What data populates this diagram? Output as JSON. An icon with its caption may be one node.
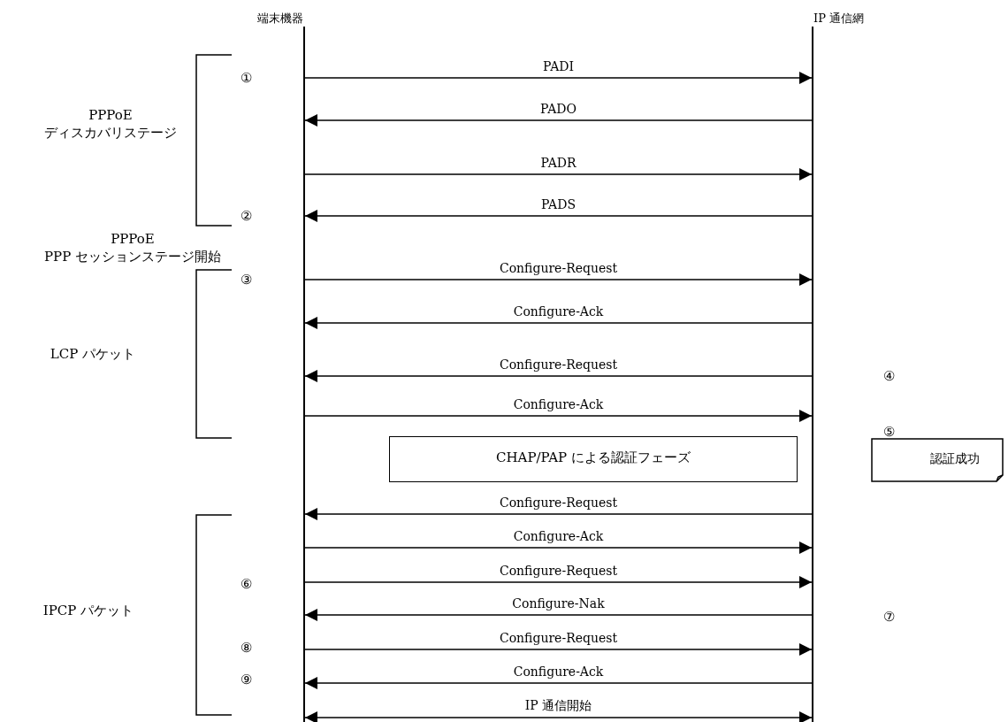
{
  "diagram": {
    "nodes": [
      {
        "text": [
          "端末機器"
        ]
      },
      {
        "text": [
          "IP 通信網"
        ]
      },
      {
        "text": [
          "CHAP/PAP による認証フェーズ"
        ]
      },
      {
        "text": [
          "認証成功"
        ]
      }
    ],
    "edges": [
      {
        "from": 0,
        "to": 1,
        "arrow": "to",
        "label": "PADI"
      },
      {
        "from": 1,
        "to": 0,
        "arrow": "to",
        "label": "PADO"
      },
      {
        "from": 0,
        "to": 1,
        "arrow": "to",
        "label": "PADR"
      },
      {
        "from": 1,
        "to": 0,
        "arrow": "to",
        "label": "PADS"
      },
      {
        "from": 0,
        "to": 1,
        "arrow": "to",
        "label": "Configure-Request"
      },
      {
        "from": 1,
        "to": 0,
        "arrow": "to",
        "label": "Configure-Ack"
      },
      {
        "from": 1,
        "to": 0,
        "arrow": "to",
        "label": "Configure-Request"
      },
      {
        "from": 0,
        "to": 1,
        "arrow": "to",
        "label": "Configure-Ack"
      },
      {
        "from": 1,
        "to": 0,
        "arrow": "to",
        "label": "Configure-Request"
      },
      {
        "from": 0,
        "to": 1,
        "arrow": "to",
        "label": "Configure-Ack"
      },
      {
        "from": 0,
        "to": 1,
        "arrow": "to",
        "label": "Configure-Request"
      },
      {
        "from": 1,
        "to": 0,
        "arrow": "to",
        "label": "Configure-Nak"
      },
      {
        "from": 0,
        "to": 1,
        "arrow": "to",
        "label": "Configure-Request"
      },
      {
        "from": 1,
        "to": 0,
        "arrow": "to",
        "label": "Configure-Ack"
      },
      {
        "from": 0,
        "to": 1,
        "arrow": "both",
        "label": "IP 通信開始"
      }
    ],
    "labels": [
      "①",
      "PPPoE ディスカバリステージ",
      "②",
      "PPPoE PPP セッションステージ開始",
      "③",
      "LCP パケット",
      "④",
      "⑤",
      "⑥",
      "IPCP パケット",
      "⑦",
      "⑧",
      "⑨"
    ]
  }
}
